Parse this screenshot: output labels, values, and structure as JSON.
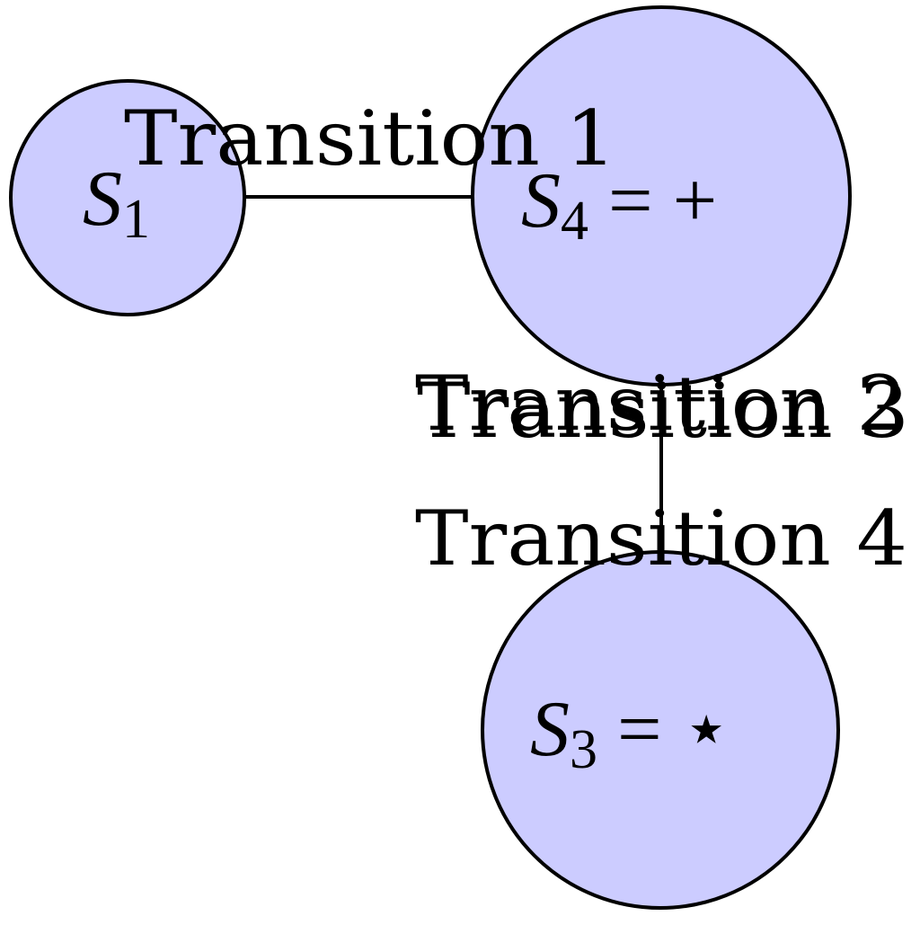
{
  "colors": {
    "node_fill": "#ccccff",
    "node_stroke": "#000000",
    "edge": "#000000"
  },
  "states": [
    {
      "id": "s1",
      "symbol": "S",
      "subscript": "1",
      "suffix": ""
    },
    {
      "id": "s4",
      "symbol": "S",
      "subscript": "4",
      "suffix": " = +"
    },
    {
      "id": "s3",
      "symbol": "S",
      "subscript": "3",
      "suffix": " = ⋆"
    }
  ],
  "transitions": [
    {
      "id": "t1",
      "label": "Transition 1",
      "from": "s1",
      "to": "s4"
    },
    {
      "id": "t2",
      "label": "Transition 2",
      "from": "s4",
      "to": "s3"
    },
    {
      "id": "t3",
      "label": "Transition 3",
      "from": "s4",
      "to": "s3"
    },
    {
      "id": "t4",
      "label": "Transition 4",
      "from": "s4",
      "to": "s3"
    }
  ]
}
